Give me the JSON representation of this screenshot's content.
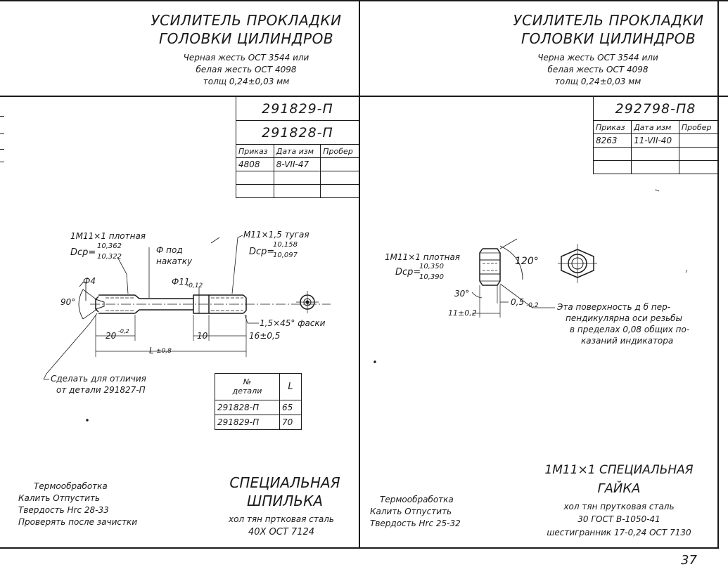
{
  "left": {
    "header": {
      "title_line1": "УСИЛИТЕЛЬ ПРОКЛАДКИ",
      "title_line2": "ГОЛОВКИ ЦИЛИНДРОВ",
      "material_line1": "Черная жесть ОСТ 3544 или",
      "material_line2": "белая жесть ОСТ 4098",
      "thickness": "толщ 0,24±0,03 мм"
    },
    "part_table": {
      "part_numbers": [
        "291829-П",
        "291828-П"
      ],
      "columns": [
        "Приказ",
        "Дата изм",
        "Пробер"
      ],
      "rows": [
        [
          "4808",
          "8-VII-47",
          ""
        ],
        [
          "",
          "",
          ""
        ],
        [
          "",
          "",
          ""
        ]
      ]
    },
    "drawing": {
      "thread_left": "1М11×1 плотная",
      "dcp_left_label": "Dср=",
      "dcp_left_upper": "10,362",
      "dcp_left_lower": "10,322",
      "knurl_line1": "Ф под",
      "knurl_line2": "накатку",
      "thread_right": "М11×1,5 тугая",
      "dcp_right_label": "Dср=",
      "dcp_right_upper": "10,158",
      "dcp_right_lower": "10,097",
      "phi4": "Ф4",
      "phi11": "Ф11",
      "phi11_tol": "-0,12",
      "angle90": "90°",
      "dim20": "20",
      "dim20_tol": "-0,2",
      "dim10": "10",
      "dimL": "L",
      "dimL_tol": "±0,8",
      "chamfer": "1,5×45° фаски",
      "dim16": "16±0,5",
      "note_line1": "Сделать для отличия",
      "note_line2": "от детали 291827-П"
    },
    "l_table": {
      "header_col1_line1": "№",
      "header_col1_line2": "детали",
      "header_col2": "L",
      "rows": [
        [
          "291828-П",
          "65"
        ],
        [
          "291829-П",
          "70"
        ]
      ]
    },
    "heat_treat": {
      "title": "Термообработка",
      "line1": "Калить  Отпустить",
      "line2": "Твердость     Нrc  28-33",
      "line3": "Проверять после зачистки"
    },
    "part_name": {
      "line1": "СПЕЦИАЛЬНАЯ",
      "line2": "ШПИЛЬКА",
      "material1": "хол тян пртковая сталь",
      "material2": "40Х ОСТ 7124"
    }
  },
  "right": {
    "header": {
      "title_line1": "УСИЛИТЕЛЬ ПРОКЛАДКИ",
      "title_line2": "ГОЛОВКИ ЦИЛИНДРОВ",
      "material_line1": "Черна жесть ОСТ 3544 или",
      "material_line2": "белая жесть ОСТ 4098",
      "thickness": "толщ 0,24±0,03 мм"
    },
    "part_table": {
      "part_number": "292798-П8",
      "columns": [
        "Приказ",
        "Дата изм",
        "Пробер"
      ],
      "rows": [
        [
          "8263",
          "11-VII-40",
          ""
        ],
        [
          "",
          "",
          ""
        ],
        [
          "",
          "",
          ""
        ]
      ]
    },
    "drawing": {
      "thread": "1М11×1 плотная",
      "dcp_label": "Dср=",
      "dcp_upper": "10,350",
      "dcp_lower": "10,390",
      "angle120": "120°",
      "angle30": "30°",
      "dim_b": "0,5",
      "dim_b_tol": "-0,2",
      "dim11": "11±0,2",
      "note_line1": "Эта поверхность д б пер-",
      "note_line2": "пендикулярна оси резьбы",
      "note_line3": "в пределах 0,08 общих по-",
      "note_line4": "казаний индикатора"
    },
    "heat_treat": {
      "title": "Термообработка",
      "line1": "Калить  Отпустить",
      "line2": "Твердость     Нrc  25-32"
    },
    "part_name": {
      "line1": "1М11×1 СПЕЦИАЛЬНАЯ",
      "line2": "ГАЙКА",
      "material1": "хол тян прутковая сталь",
      "material2": "30 ГОСТ В-1050-41",
      "material3": "шестигранник 17-0,24 ОСТ 7130"
    }
  },
  "page_number": "37"
}
